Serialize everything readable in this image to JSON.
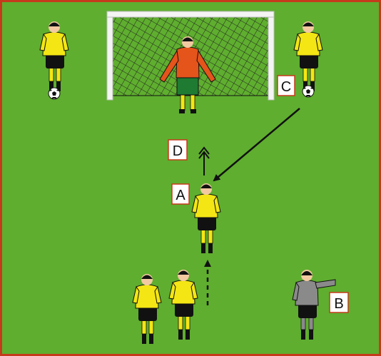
{
  "colors": {
    "pitch": "#5fae2f",
    "border": "#c63a1c",
    "shirt": "#f3e614",
    "shorts": "#111111",
    "keeper_shirt": "#e4541b",
    "keeper_shorts": "#1f7a32",
    "coach": "#8a8a8a",
    "label_border": "#c63a1c"
  },
  "labels": {
    "a": "A",
    "b": "B",
    "c": "C",
    "d": "D"
  },
  "icons": [
    "goal-icon",
    "ball-icon",
    "player-icon",
    "arrow-icon"
  ]
}
